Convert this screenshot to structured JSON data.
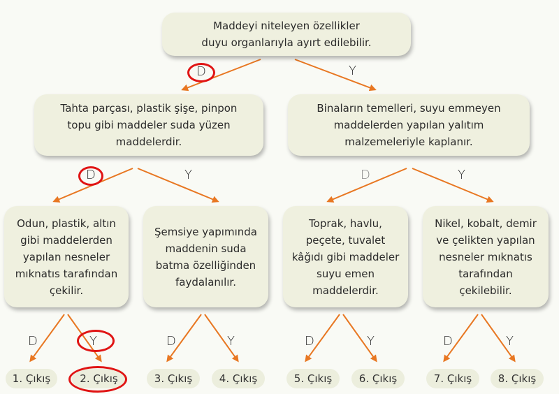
{
  "diagram": {
    "type": "decision-tree",
    "root": {
      "text_lines": [
        "Maddeyi niteleyen özellikler",
        "duyu organlarıyla ayırt edilebilir."
      ]
    },
    "level2": [
      {
        "text_lines": [
          "Tahta parçası, plastik şişe, pinpon",
          "topu gibi maddeler suda yüzen",
          "maddelerdir."
        ]
      },
      {
        "text_lines": [
          "Binaların temelleri, suyu emmeyen",
          "maddelerden yapılan yalıtım",
          "malzemeleriyle kaplanır."
        ]
      }
    ],
    "level3": [
      {
        "text_lines": [
          "Odun, plastik, altın",
          "gibi maddelerden",
          "yapılan nesneler",
          "mıknatıs tarafından",
          "çekilir."
        ]
      },
      {
        "text_lines": [
          "Şemsiye yapımında",
          "maddenin suda",
          "batma özelliğinden",
          "faydalanılır."
        ]
      },
      {
        "text_lines": [
          "Toprak, havlu,",
          "peçete, tuvalet",
          "kâğıdı gibi maddeler",
          "suyu emen",
          "maddelerdir."
        ]
      },
      {
        "text_lines": [
          "Nikel, kobalt, demir",
          "ve çelikten yapılan",
          "nesneler mıknatıs",
          "tarafından",
          "çekilebilir."
        ]
      }
    ],
    "exits": [
      "1. Çıkış",
      "2. Çıkış",
      "3. Çıkış",
      "4. Çıkış",
      "5. Çıkış",
      "6. Çıkış",
      "7. Çıkış",
      "8. Çıkış"
    ],
    "branch_labels": {
      "true": "D",
      "false": "Y"
    },
    "highlighted_path": [
      "D",
      "D",
      "Y",
      "2. Çıkış"
    ]
  },
  "colors": {
    "arrow": "#e87722",
    "highlight_circle": "#e01414",
    "box_fill": "#eff0df",
    "background": "#f9faf5"
  }
}
